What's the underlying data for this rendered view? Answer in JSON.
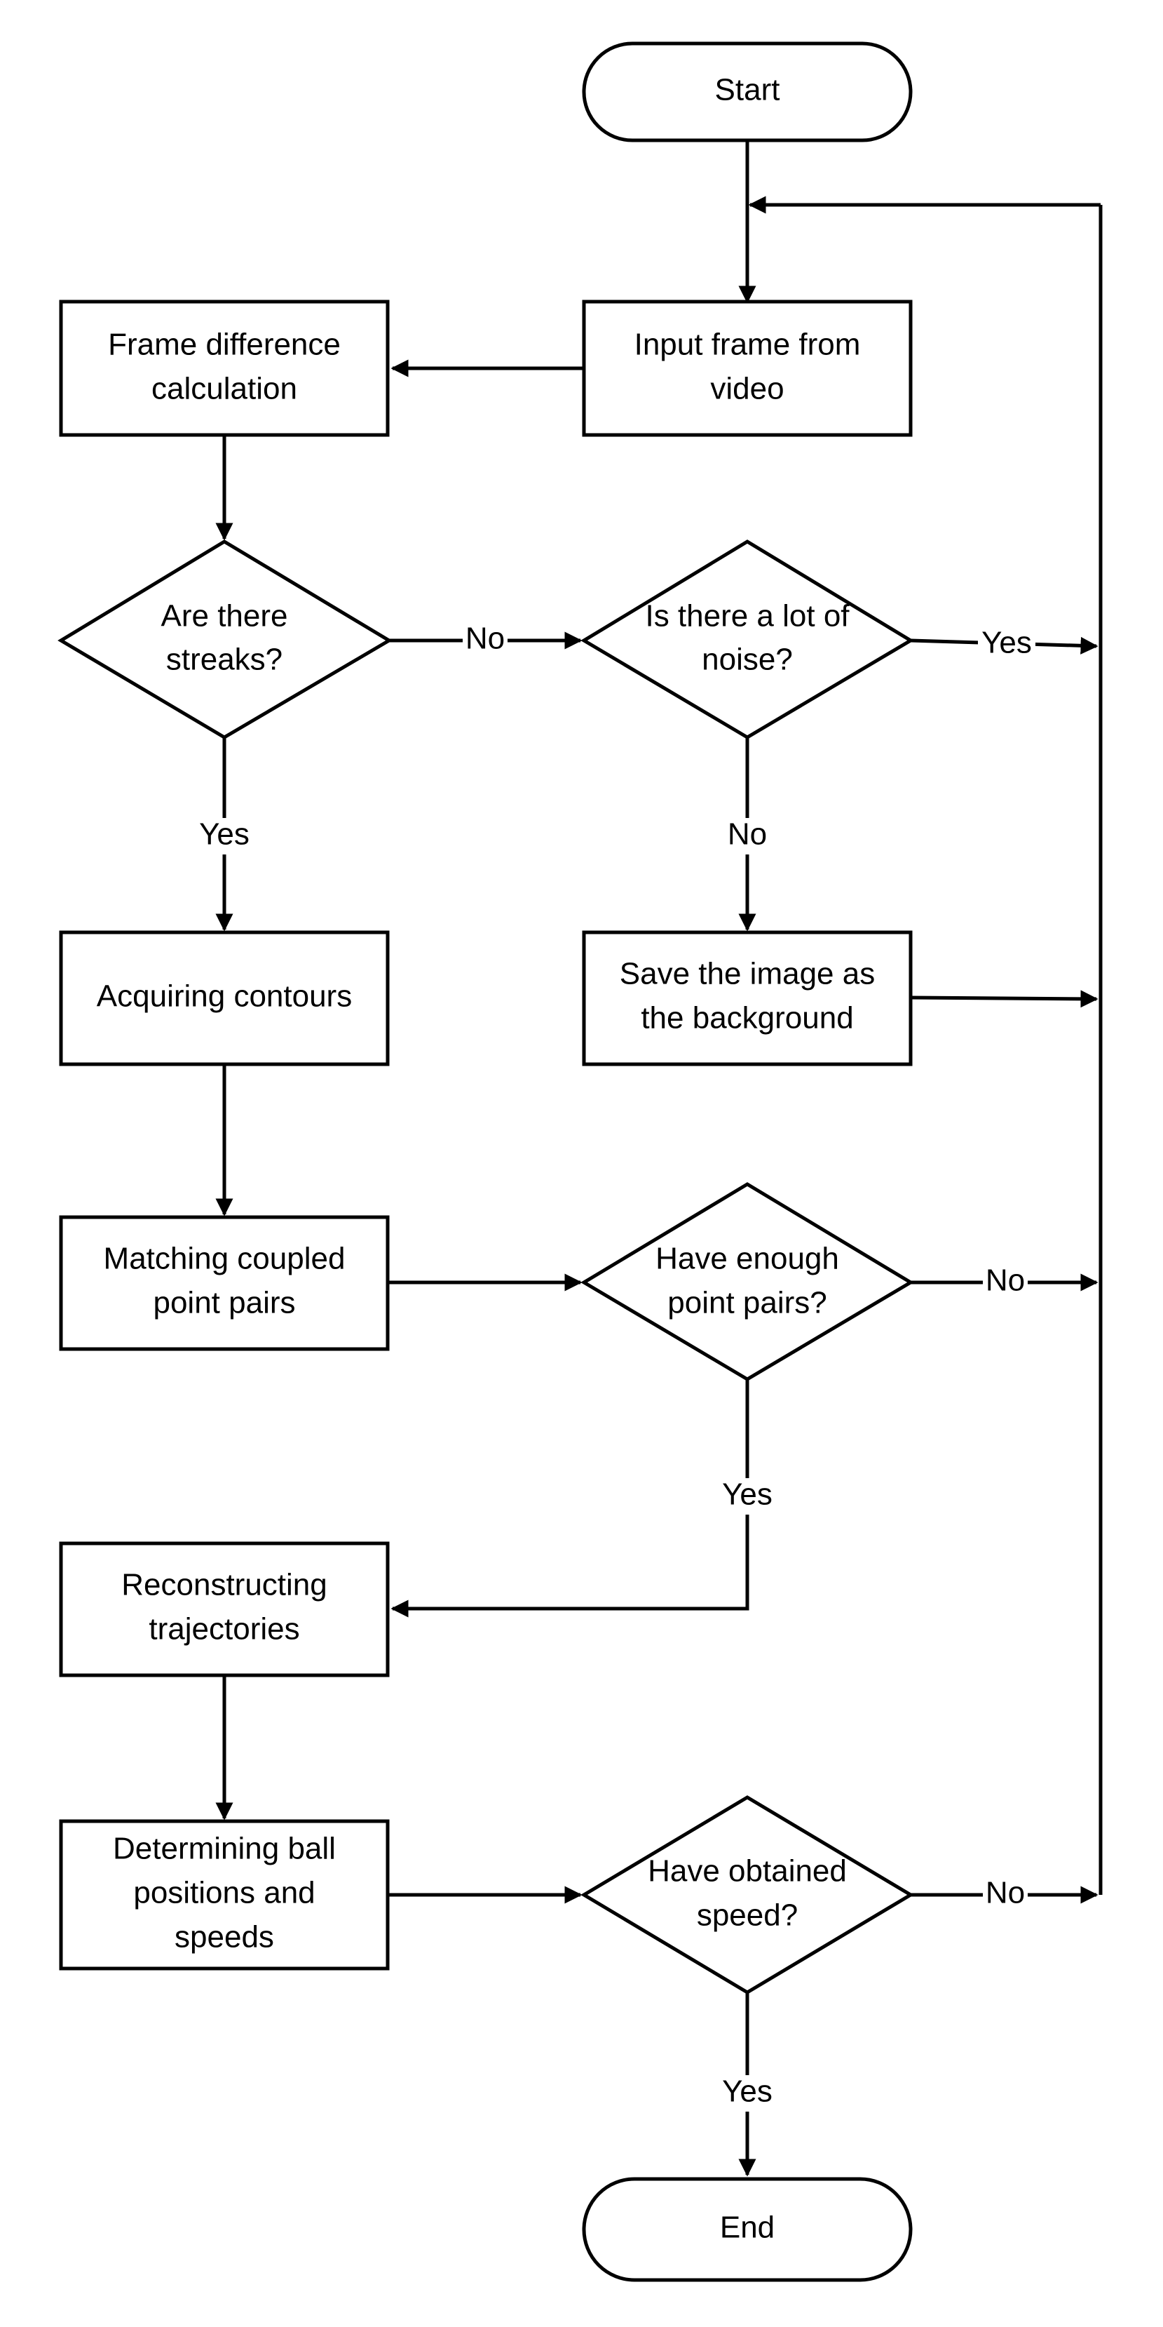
{
  "nodes": {
    "start": "Start",
    "input_frame": [
      "Input frame from",
      "video"
    ],
    "frame_difference": [
      "Frame difference",
      "calculation"
    ],
    "streaks_decision": [
      "Are there",
      "streaks?"
    ],
    "noise_decision": [
      "Is there a lot of",
      "noise?"
    ],
    "acquiring_contours": [
      "Acquiring contours"
    ],
    "save_background": [
      "Save the image as",
      "the background"
    ],
    "matching_pairs": [
      "Matching coupled",
      "point pairs"
    ],
    "enough_pairs_decision": [
      "Have enough",
      "point pairs?"
    ],
    "reconstructing": [
      "Reconstructing",
      "trajectories"
    ],
    "determining": [
      "Determining ball",
      "positions and",
      "speeds"
    ],
    "speed_decision": [
      "Have obtained",
      "speed?"
    ],
    "end": "End"
  },
  "edge_labels": {
    "streaks_no": "No",
    "streaks_yes": "Yes",
    "noise_yes": "Yes",
    "noise_no": "No",
    "pairs_no": "No",
    "pairs_yes": "Yes",
    "speed_no": "No",
    "speed_yes": "Yes"
  },
  "colors": {
    "stroke": "#000000",
    "fill": "#ffffff",
    "text": "#000000"
  }
}
